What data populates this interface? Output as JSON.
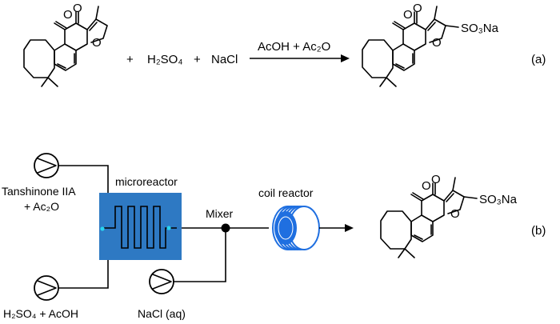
{
  "reaction_a": {
    "plus1": "+",
    "sulfuric_acid": "H₂SO₄",
    "plus2": "+",
    "sodium_chloride": "NaCl",
    "conditions": "AcOH + Ac₂O",
    "product_group": "SO₃Na",
    "label": "(a)"
  },
  "molecules": {
    "atom_oxygen": "O"
  },
  "flow_setup_b": {
    "feed1_line1": "Tanshinone IIA",
    "feed1_line2": "+ Ac₂O",
    "feed2": "H₂SO₄ + AcOH",
    "feed3": "NaCl (aq)",
    "microreactor": "microreactor",
    "mixer": "Mixer",
    "coil_reactor": "coil reactor",
    "product_group": "SO₃Na",
    "label": "(b)"
  },
  "colors": {
    "microreactor_fill": "#2e79c3",
    "channel": "#000000",
    "coil_blue": "#1f6fe0",
    "junction_cyan": "#27d3f0",
    "ink": "#000000"
  }
}
